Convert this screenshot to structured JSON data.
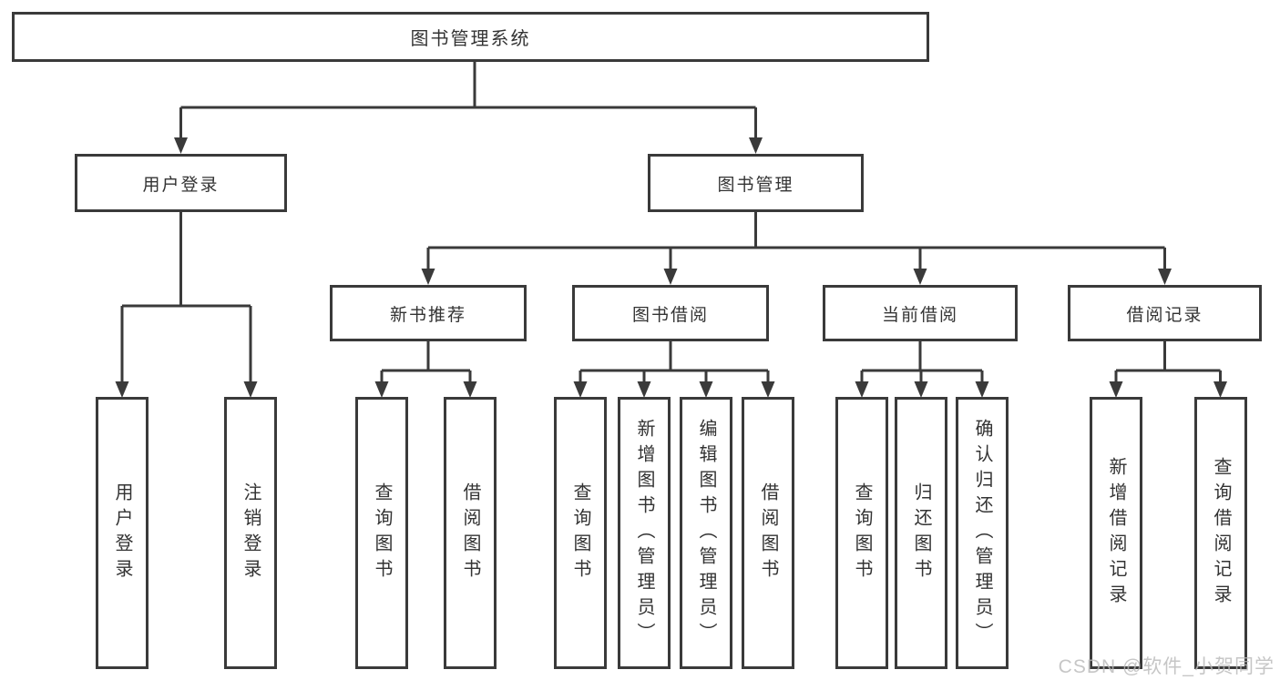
{
  "diagram": {
    "type": "hierarchy",
    "nodes": {
      "root": {
        "label": "图书管理系统"
      },
      "user_login": {
        "label": "用户登录"
      },
      "book_management": {
        "label": "图书管理"
      },
      "new_book_recommend": {
        "label": "新书推荐"
      },
      "book_borrow": {
        "label": "图书借阅"
      },
      "current_borrow": {
        "label": "当前借阅"
      },
      "borrow_records": {
        "label": "借阅记录"
      }
    },
    "leaves": [
      {
        "group": "用户登录",
        "label": "用户登录"
      },
      {
        "group": "用户登录",
        "label": "注销登录"
      },
      {
        "group": "新书推荐",
        "label": "查询图书"
      },
      {
        "group": "新书推荐",
        "label": "借阅图书"
      },
      {
        "group": "图书借阅",
        "label": "查询图书"
      },
      {
        "group": "图书借阅",
        "label": "新增图书（管理员）"
      },
      {
        "group": "图书借阅",
        "label": "编辑图书（管理员）"
      },
      {
        "group": "图书借阅",
        "label": "借阅图书"
      },
      {
        "group": "当前借阅",
        "label": "查询图书"
      },
      {
        "group": "当前借阅",
        "label": "归还图书"
      },
      {
        "group": "当前借阅",
        "label": "确认归还（管理员）"
      },
      {
        "group": "借阅记录",
        "label": "新增借阅记录"
      },
      {
        "group": "借阅记录",
        "label": "查询借阅记录"
      }
    ],
    "colors": {
      "line": "#3a3a3a",
      "text": "#333333",
      "background": "#ffffff"
    }
  },
  "watermark": {
    "text": "CSDN @软件_小贺同学",
    "color": "#b9b9b9"
  }
}
